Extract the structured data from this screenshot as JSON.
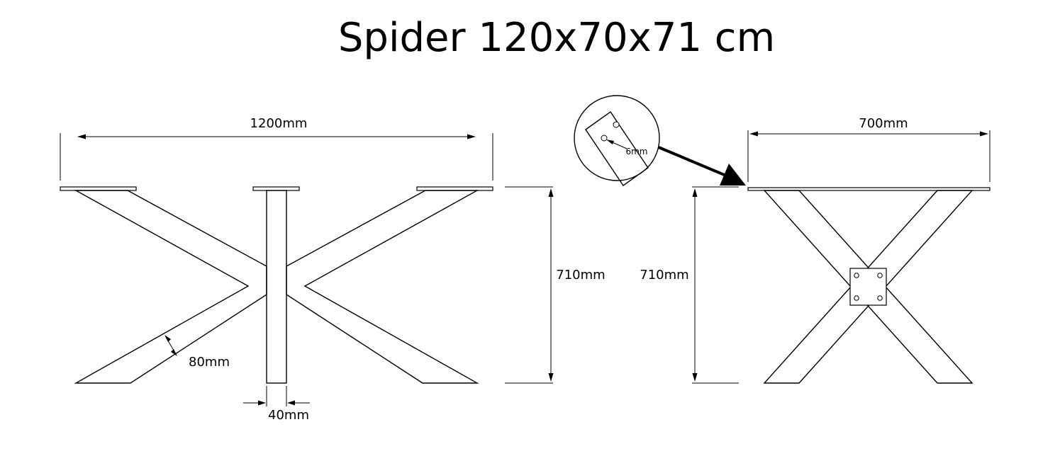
{
  "title": "Spider 120x70x71 cm",
  "side_view": {
    "width_label": "1200mm",
    "height_label": "710mm",
    "leg_width_label": "80mm",
    "column_width_label": "40mm"
  },
  "front_view": {
    "width_label": "700mm",
    "height_label": "710mm"
  },
  "detail": {
    "hole_label": "6mm"
  }
}
